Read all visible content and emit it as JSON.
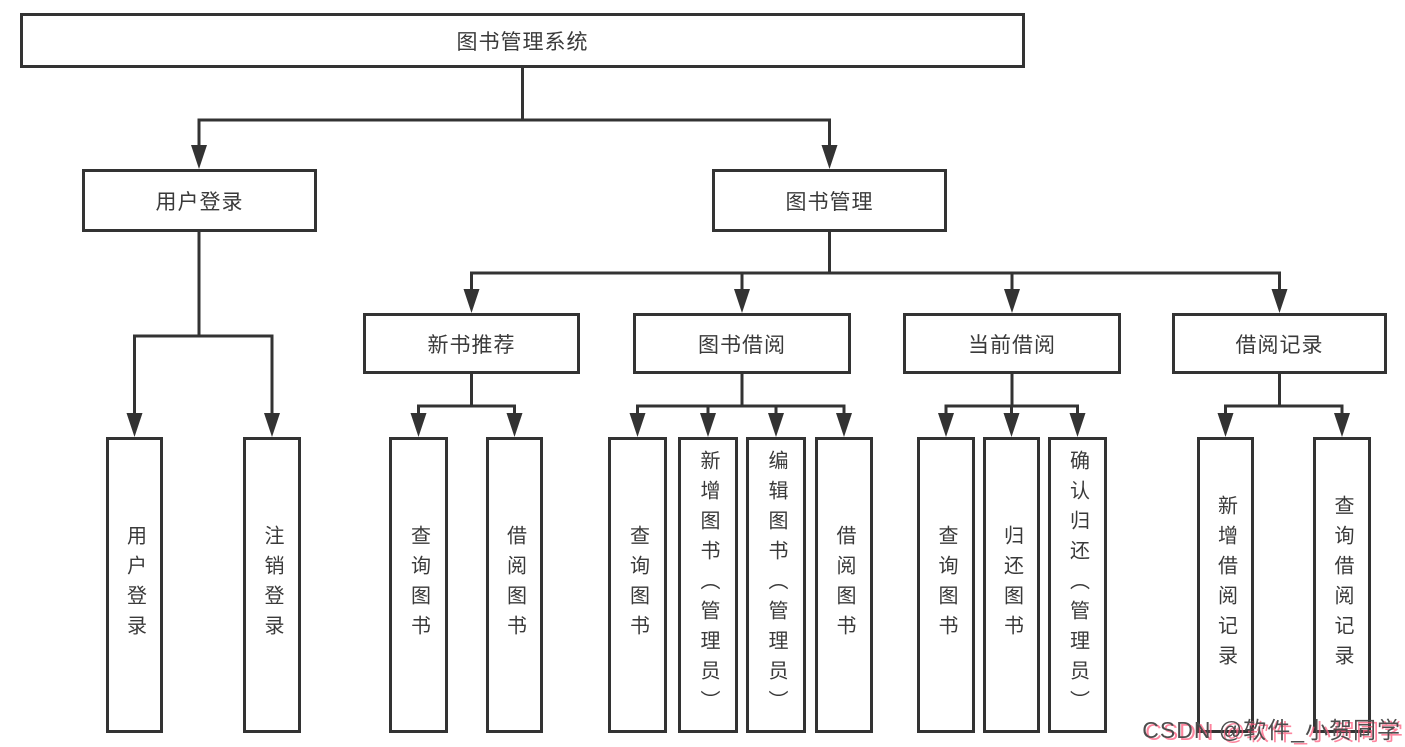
{
  "diagram": {
    "type": "hierarchy-tree",
    "colors": {
      "line": "#333333",
      "box_border": "#333333",
      "box_background": "#ffffff",
      "text": "#3a3a3a",
      "watermark_text": "#4d4d4d",
      "watermark_accent": "#fc5c7d"
    },
    "nodes": {
      "root": {
        "label": "图书管理系统"
      },
      "level2": [
        {
          "label": "用户登录"
        },
        {
          "label": "图书管理"
        }
      ],
      "level3": [
        {
          "label": "新书推荐",
          "parent": "图书管理"
        },
        {
          "label": "图书借阅",
          "parent": "图书管理"
        },
        {
          "label": "当前借阅",
          "parent": "图书管理"
        },
        {
          "label": "借阅记录",
          "parent": "图书管理"
        }
      ],
      "leaves": [
        {
          "label": "用户登录",
          "parent": "用户登录"
        },
        {
          "label": "注销登录",
          "parent": "用户登录"
        },
        {
          "label": "查询图书",
          "parent": "新书推荐"
        },
        {
          "label": "借阅图书",
          "parent": "新书推荐"
        },
        {
          "label": "查询图书",
          "parent": "图书借阅"
        },
        {
          "label": "新增图书（管理员）",
          "parent": "图书借阅"
        },
        {
          "label": "编辑图书（管理员）",
          "parent": "图书借阅"
        },
        {
          "label": "借阅图书",
          "parent": "图书借阅"
        },
        {
          "label": "查询图书",
          "parent": "当前借阅"
        },
        {
          "label": "归还图书",
          "parent": "当前借阅"
        },
        {
          "label": "确认归还（管理员）",
          "parent": "当前借阅"
        },
        {
          "label": "新增借阅记录",
          "parent": "借阅记录"
        },
        {
          "label": "查询借阅记录",
          "parent": "借阅记录"
        }
      ]
    },
    "watermark": {
      "text": "CSDN @软件_小贺同学"
    }
  }
}
